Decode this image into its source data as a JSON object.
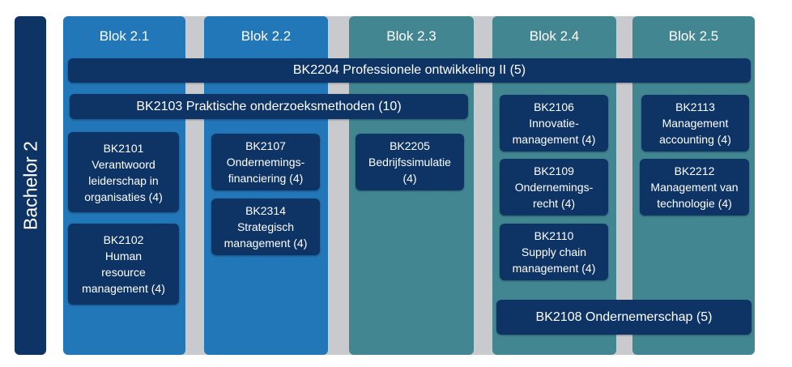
{
  "side_label": "Bachelor 2",
  "colors": {
    "dark_navy": "#0e3466",
    "blue": "#2277b8",
    "teal": "#428692",
    "gap_gray": "#c9cacd"
  },
  "columns": [
    {
      "label": "Blok 2.1"
    },
    {
      "label": "Blok 2.2"
    },
    {
      "label": "Blok 2.3"
    },
    {
      "label": "Blok 2.4"
    },
    {
      "label": "Blok 2.5"
    }
  ],
  "courses": {
    "bk2204": "BK2204 Professionele ontwikkeling II (5)",
    "bk2103": "BK2103 Praktische onderzoeksmethoden (10)",
    "bk2101": "BK2101\nVerantwoord\nleiderschap in\norganisaties (4)",
    "bk2102": "BK2102\nHuman\nresource\nmanagement (4)",
    "bk2107": "BK2107\nOndernemings-\nfinanciering  (4)",
    "bk2314": "BK2314\nStrategisch\nmanagement (4)",
    "bk2205": "BK2205\nBedrijfssimulatie\n(4)",
    "bk2106": "BK2106\nInnovatie-\nmanagement (4)",
    "bk2109": "BK2109\nOndernemings-\nrecht (4)",
    "bk2110": "BK2110\nSupply chain\nmanagement (4)",
    "bk2108": "BK2108 Ondernemerschap (5)",
    "bk2113": "BK2113\nManagement\naccounting (4)",
    "bk2212": "BK2212\nManagement van\ntechnologie (4)"
  }
}
